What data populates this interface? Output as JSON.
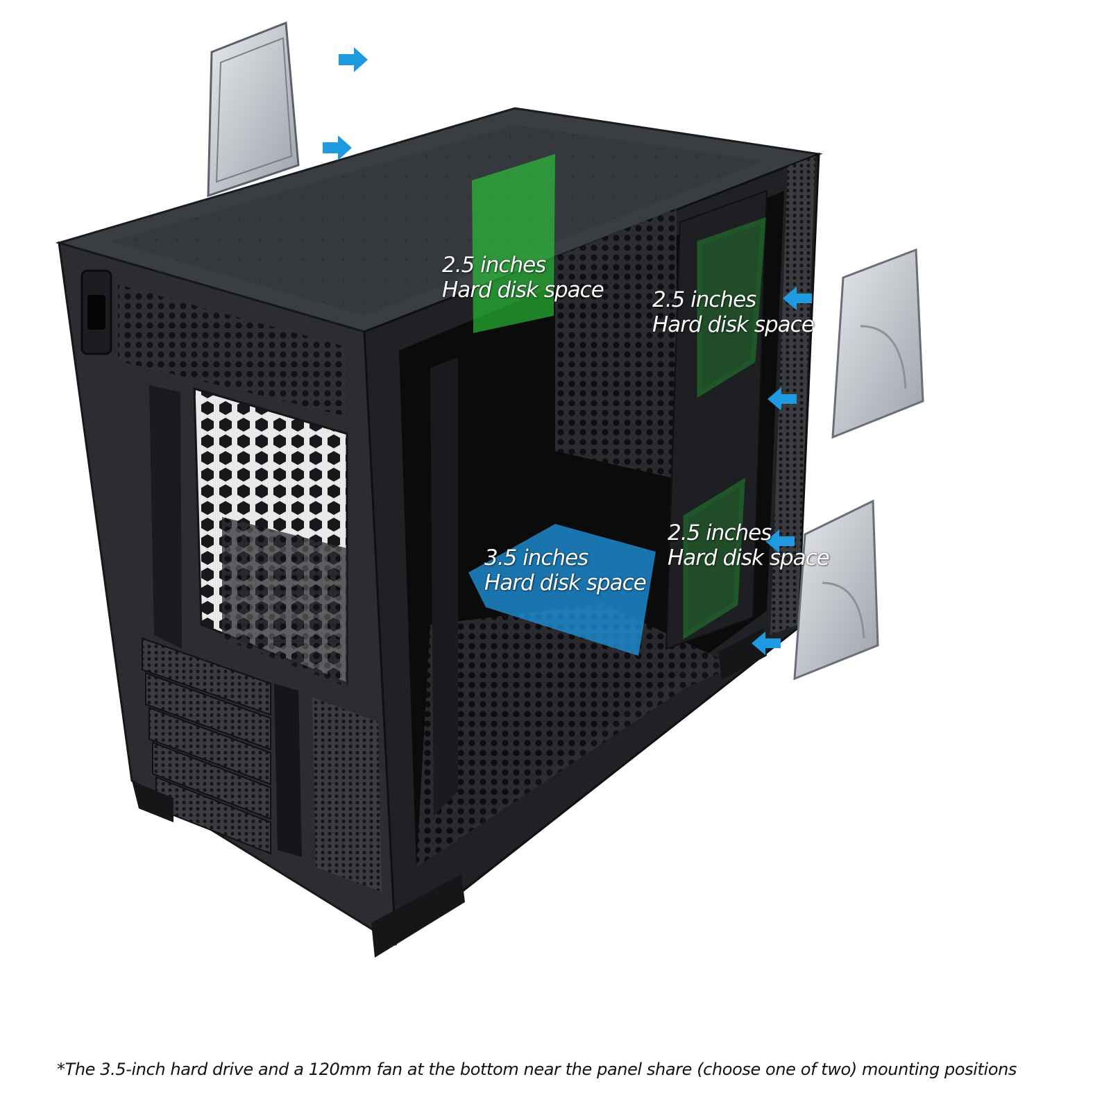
{
  "labels": {
    "top_center": {
      "line1": "2.5 inches",
      "line2": "Hard disk space"
    },
    "right_upper": {
      "line1": "2.5 inches",
      "line2": "Hard disk space"
    },
    "right_lower": {
      "line1": "2.5 inches",
      "line2": "Hard disk space"
    },
    "bottom_center": {
      "line1": "3.5 inches",
      "line2": "Hard disk space"
    }
  },
  "footnote": "*The 3.5-inch hard drive and a 120mm fan at the bottom near the panel share (choose one of two) mounting positions",
  "colors": {
    "arrow": "#1e9be0",
    "green_zone": "#2bd43a",
    "blue_zone": "#1e8fd6",
    "case_body": "#2a2c2f",
    "drive": "#b9bcc4"
  }
}
